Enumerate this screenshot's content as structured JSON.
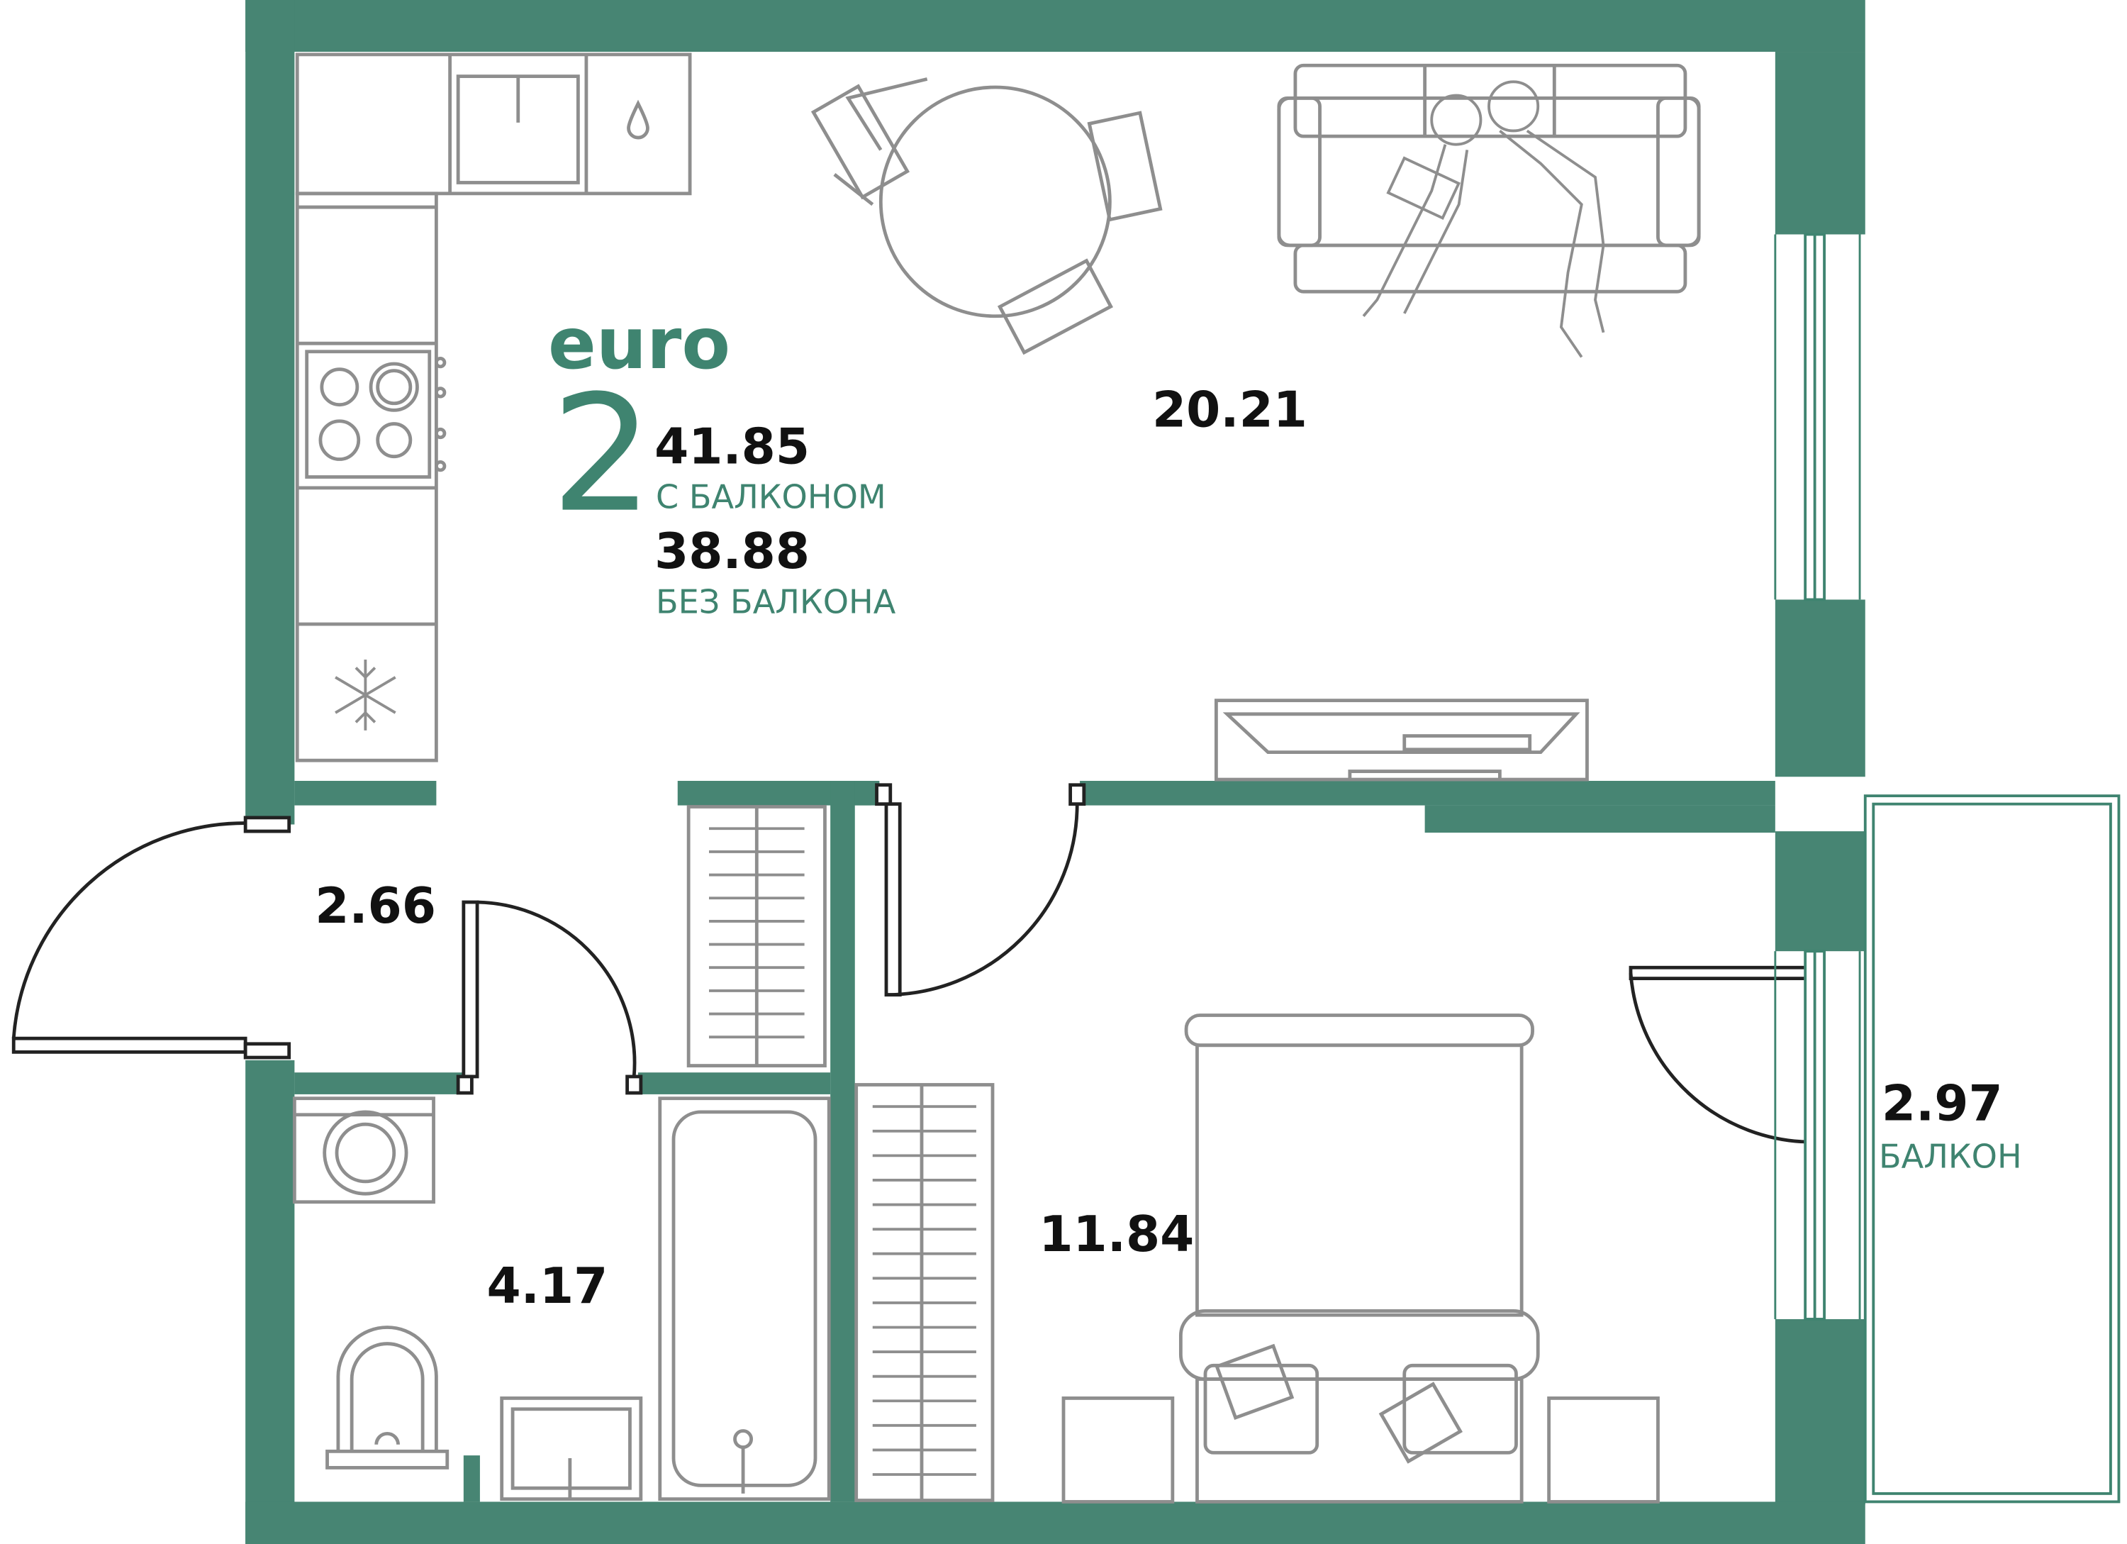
{
  "colors": {
    "wall": "#478573",
    "accent": "#3f8470",
    "furniture": "#8e8e8e",
    "text": "#111111",
    "background": "#ffffff"
  },
  "summary": {
    "brand": "euro",
    "rooms": "2",
    "area_with_balcony": "41.85",
    "with_balcony_label": "С БАЛКОНОМ",
    "area_without_balcony": "38.88",
    "without_balcony_label": "БЕЗ БАЛКОНА"
  },
  "rooms": {
    "living_kitchen": {
      "area": "20.21"
    },
    "hallway": {
      "area": "2.66"
    },
    "bathroom": {
      "area": "4.17"
    },
    "bedroom": {
      "area": "11.84"
    },
    "balcony": {
      "area": "2.97",
      "label": "БАЛКОН"
    }
  },
  "icons": [
    "water-drop-icon",
    "snowflake-icon"
  ]
}
